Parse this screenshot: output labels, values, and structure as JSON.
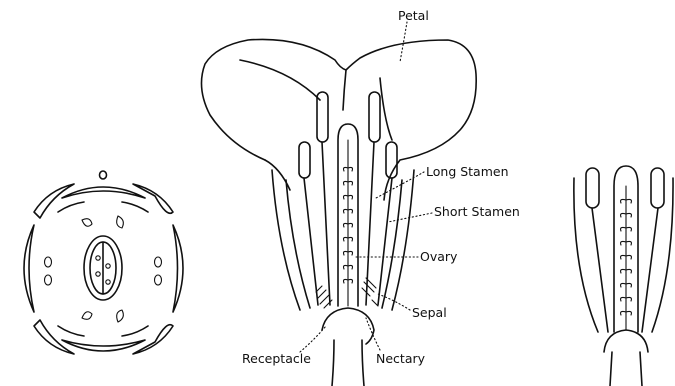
{
  "labels": {
    "petal": "Petal",
    "long_stamen": "Long Stamen",
    "short_stamen": "Short Stamen",
    "ovary": "Ovary",
    "sepal": "Sepal",
    "receptacle": "Receptacle",
    "nectary": "Nectary"
  },
  "colors": {
    "ink": "#111111",
    "background": "#ffffff"
  }
}
